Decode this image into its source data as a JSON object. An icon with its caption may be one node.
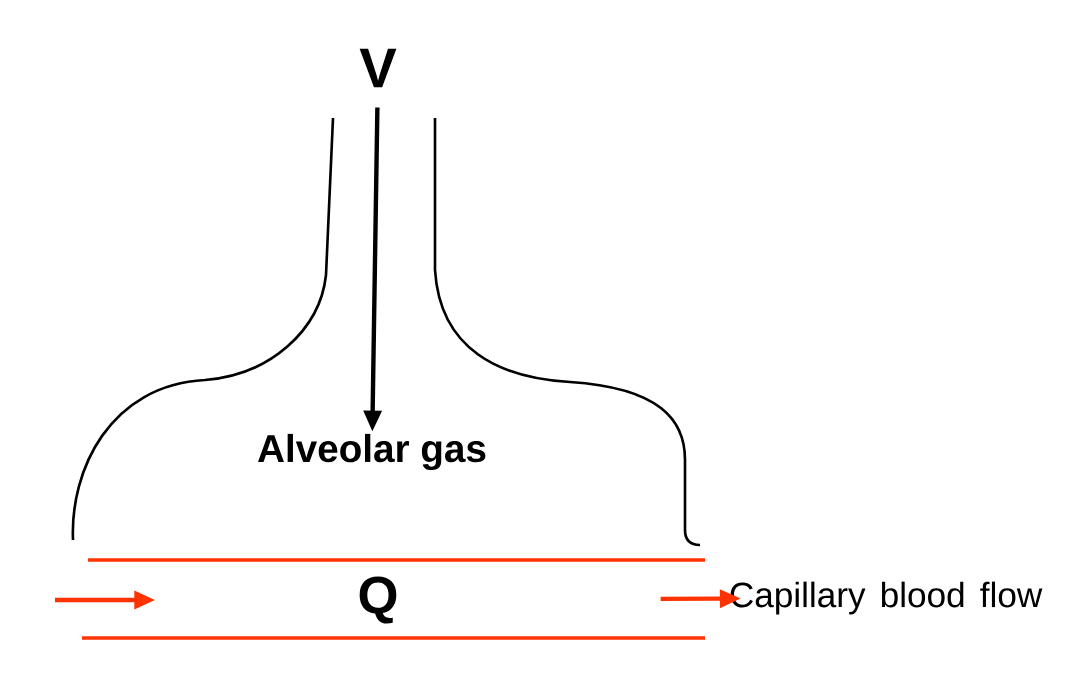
{
  "diagram": {
    "nodes": [
      {
        "text": [
          "V"
        ]
      },
      {
        "text": [
          "Alveolar gas"
        ]
      },
      {
        "text": [
          "Q"
        ]
      },
      {
        "text": [
          "Capillary blood flow"
        ]
      }
    ],
    "edges": [
      {
        "from": 0,
        "to": 1,
        "arrow": "to",
        "color": "#000000"
      },
      {
        "from": null,
        "to": 2,
        "arrow": "to"
      },
      {
        "from": 2,
        "to": 3,
        "arrow": "to"
      }
    ]
  }
}
